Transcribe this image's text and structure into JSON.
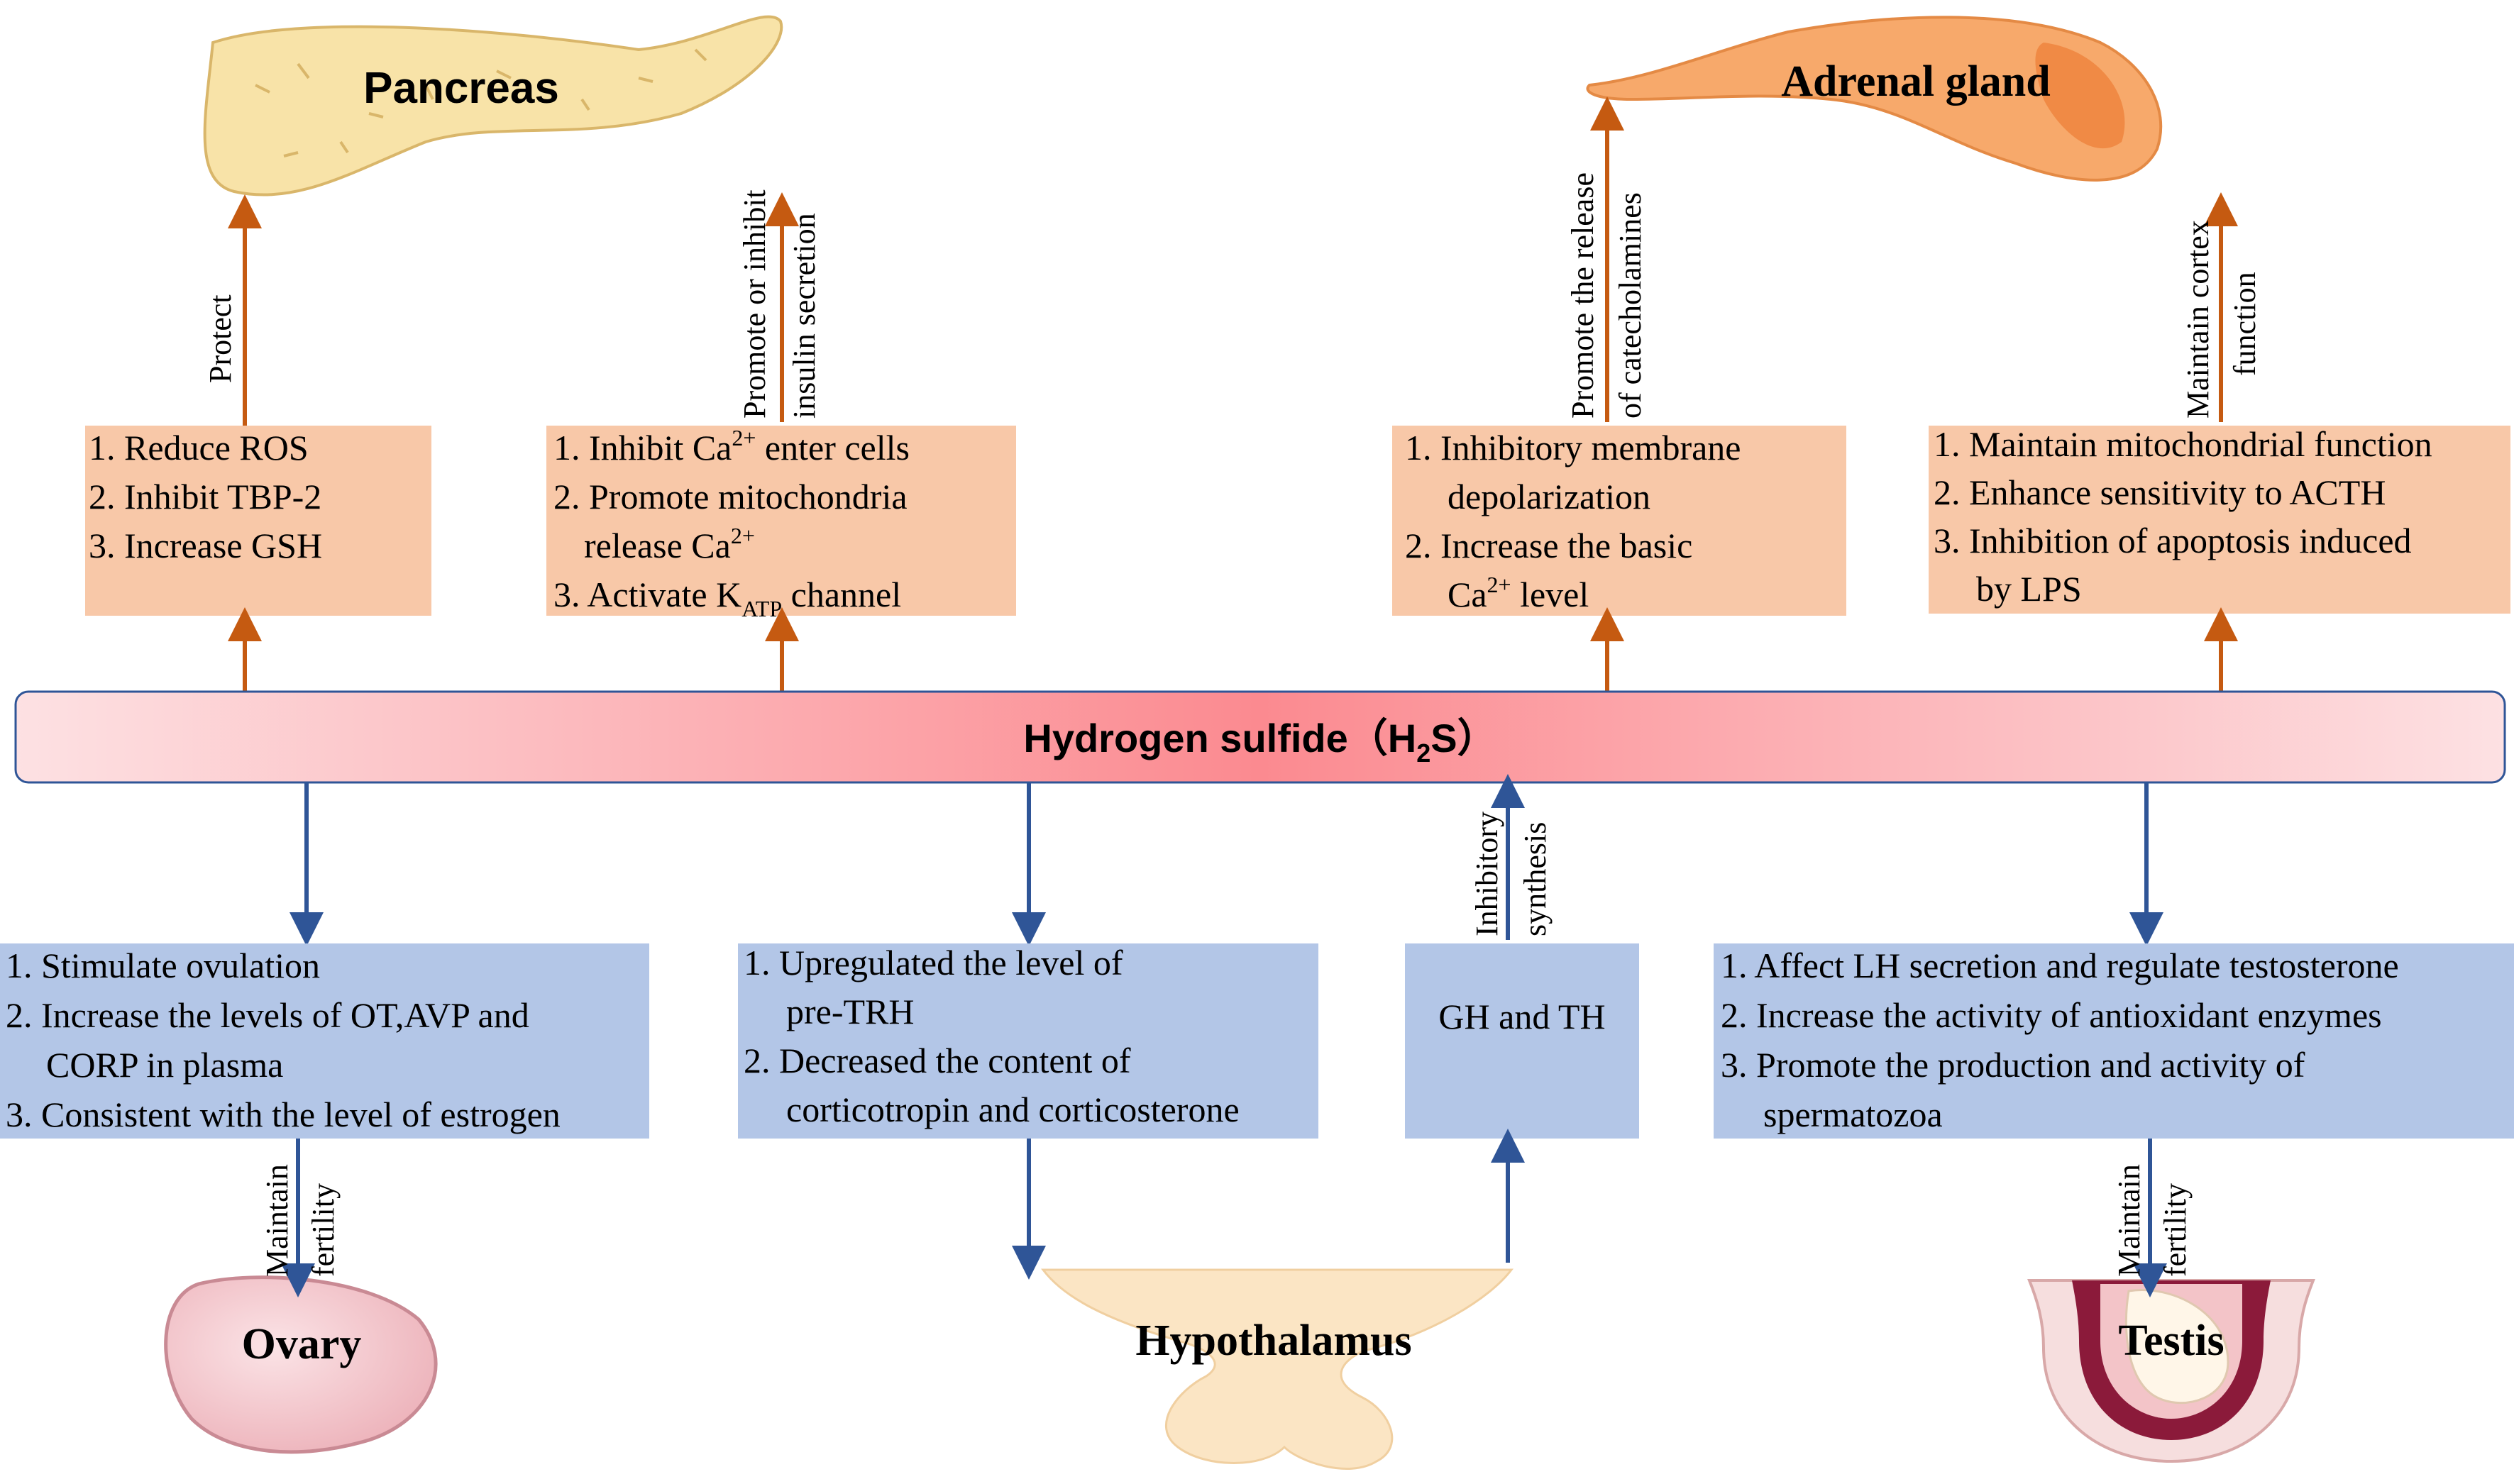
{
  "organs": {
    "pancreas": "Pancreas",
    "adrenal": "Adrenal gland",
    "ovary": "Ovary",
    "hypothalamus": "Hypothalamus",
    "testis": "Testis"
  },
  "center": {
    "label": "Hydrogen sulfide（H",
    "sub": "2",
    "label_end": "S）"
  },
  "arrow_labels": {
    "protect": "Protect",
    "insulin_1": "Promote or inhibit",
    "insulin_2": "insulin secretion",
    "cat_1": "Promote the release",
    "cat_2": "of catecholamines",
    "cortex_1": "Maintain cortex",
    "cortex_2": "function",
    "fert_ov_1": "Maintain",
    "fert_ov_2": "fertility",
    "inhib_1": "Inhibitory",
    "inhib_2": "synthesis",
    "fert_te_1": "Maintain",
    "fert_te_2": "fertility"
  },
  "boxes": {
    "pancreas_left": [
      "1. Reduce ROS",
      "2. Inhibit TBP-2",
      "3. Increase GSH"
    ],
    "pancreas_right": {
      "l1_pre": "1. Inhibit Ca",
      "l1_sup": "2+",
      "l1_post": " enter cells",
      "l2": "2. Promote mitochondria",
      "l3_pre": "release Ca",
      "l3_sup": "2+",
      "l4_pre": "3. Activate K",
      "l4_sub": "ATP",
      "l4_post": " channel"
    },
    "adrenal_left": {
      "l1": "1. Inhibitory membrane",
      "l2": "depolarization",
      "l3": "2. Increase the basic",
      "l4_pre": "Ca",
      "l4_sup": "2+",
      "l4_post": " level"
    },
    "adrenal_right": [
      "1. Maintain mitochondrial function",
      "2. Enhance sensitivity to ACTH",
      "3. Inhibition of  apoptosis induced",
      "by LPS"
    ],
    "ovary": [
      "1. Stimulate ovulation",
      "2. Increase the levels of OT,AVP and",
      "CORP in plasma",
      "3. Consistent with the level of estrogen"
    ],
    "hypo_left": [
      "1. Upregulated the level of",
      "pre-TRH",
      "2. Decreased the content of",
      "corticotropin and corticosterone"
    ],
    "hypo_right": "GH and TH",
    "testis": [
      "1. Affect LH secretion and regulate testosterone",
      "2. Increase the activity of antioxidant  enzymes",
      "3. Promote the production and activity of",
      "spermatozoa"
    ]
  },
  "colors": {
    "orange_box": "#f8c8a8",
    "blue_box": "#b3c6e7",
    "orange_arrow": "#c55a11",
    "blue_arrow": "#2f5597",
    "center_bar": "#fb8a90"
  }
}
